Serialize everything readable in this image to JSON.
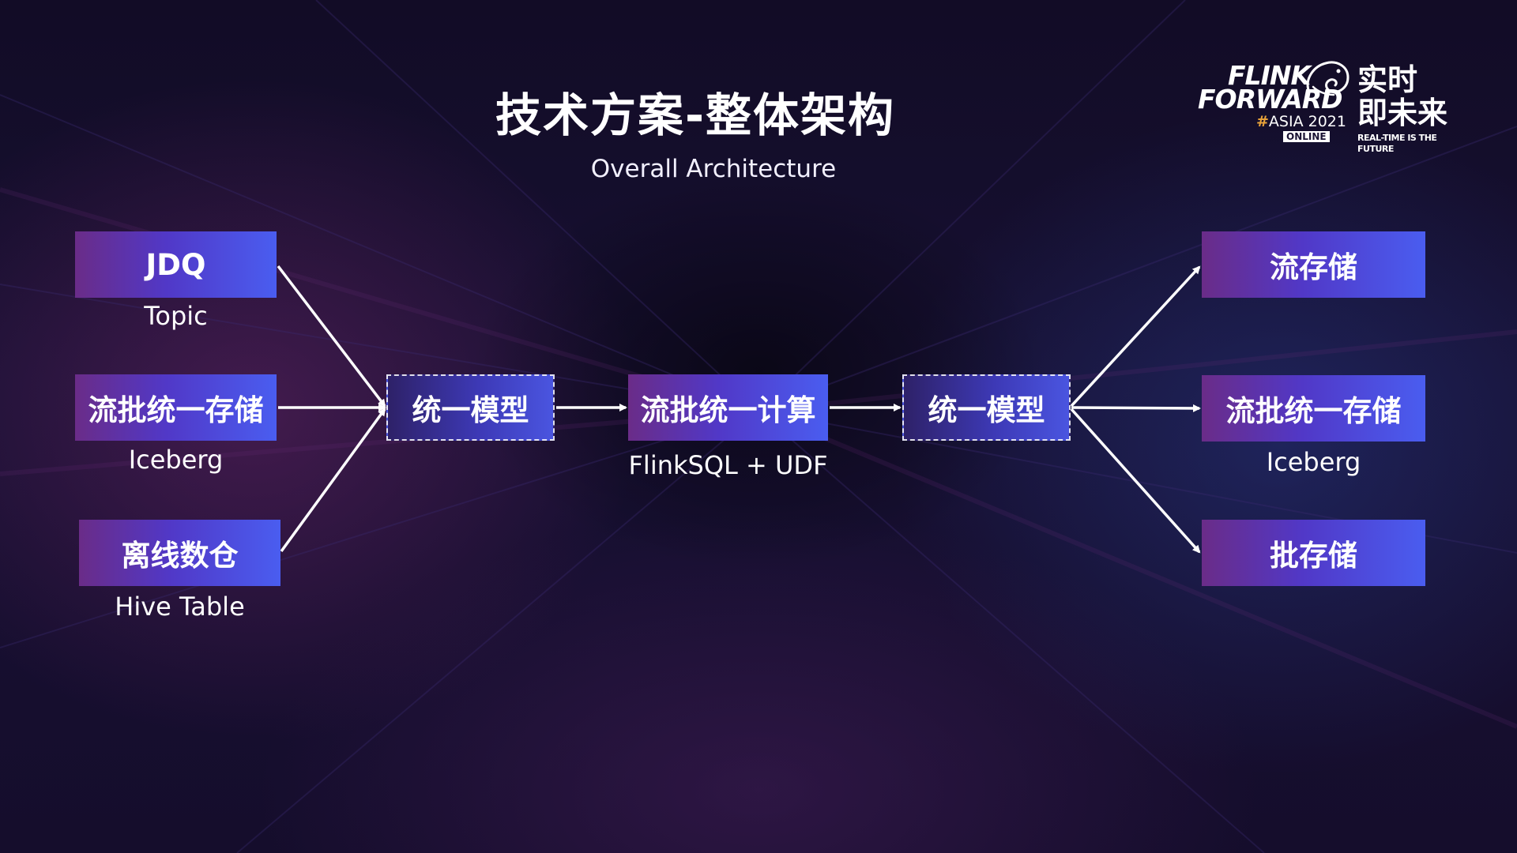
{
  "title": "技术方案-整体架构",
  "subtitle": "Overall Architecture",
  "logo": {
    "flink": "FLINK",
    "forward": "FORWARD",
    "hash": "#",
    "asia": "ASIA 2021",
    "online": "ONLINE",
    "cn_line1": "实时",
    "cn_line2": "即未来",
    "tagline": "REAL-TIME IS THE FUTURE"
  },
  "sources": [
    {
      "label": "JDQ",
      "caption": "Topic"
    },
    {
      "label": "流批统一存储",
      "caption": "Iceberg"
    },
    {
      "label": "离线数仓",
      "caption": "Hive Table"
    }
  ],
  "pipeline": [
    {
      "label": "统一模型",
      "caption": ""
    },
    {
      "label": "流批统一计算",
      "caption": "FlinkSQL + UDF"
    },
    {
      "label": "统一模型",
      "caption": ""
    }
  ],
  "sinks": [
    {
      "label": "流存储",
      "caption": ""
    },
    {
      "label": "流批统一存储",
      "caption": "Iceberg"
    },
    {
      "label": "批存储",
      "caption": ""
    }
  ],
  "colors": {
    "background": "#150e2e",
    "box_start": "#6a2c88",
    "box_end": "#4a5df0",
    "arrow": "#ffffff"
  }
}
